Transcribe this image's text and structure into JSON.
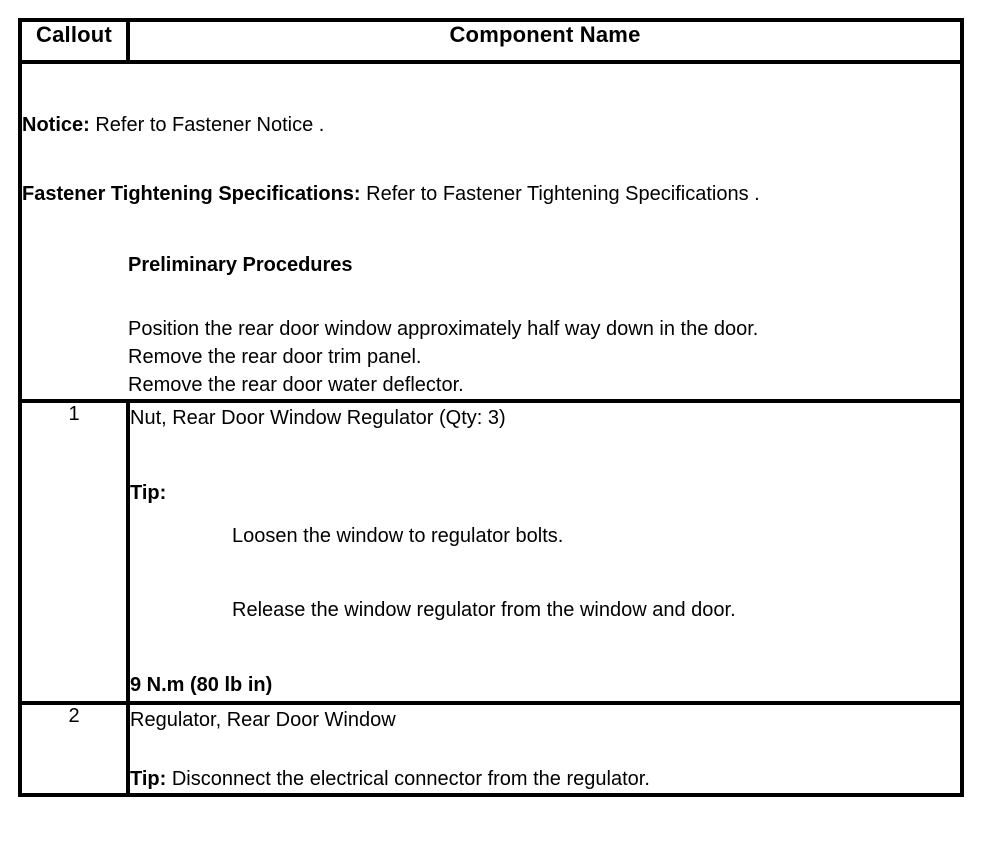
{
  "table": {
    "headers": {
      "callout": "Callout",
      "component": "Component Name"
    },
    "preliminary_row": {
      "notice_label": "Notice:",
      "notice_text": "Refer to Fastener Notice .",
      "fastener_label": "Fastener Tightening Specifications:",
      "fastener_text": "Refer to Fastener Tightening Specifications .",
      "procedures_heading": "Preliminary Procedures",
      "procedures": [
        "Position the rear door window approximately half way down in the door.",
        "Remove the rear door trim panel.",
        "Remove the rear door water deflector."
      ]
    },
    "rows": [
      {
        "callout": "1",
        "title": "Nut, Rear Door Window Regulator (Qty: 3)",
        "tip_label": "Tip:",
        "tip_steps": [
          "Loosen the window to regulator bolts.",
          "Release the window regulator from the window and door."
        ],
        "torque": "9 N.m (80 lb in)"
      },
      {
        "callout": "2",
        "title": "Regulator, Rear Door Window",
        "tip_label": "Tip:",
        "tip_text": "Disconnect the electrical connector from the regulator."
      }
    ]
  },
  "colors": {
    "border": "#000000",
    "text": "#000000",
    "background": "#ffffff"
  }
}
